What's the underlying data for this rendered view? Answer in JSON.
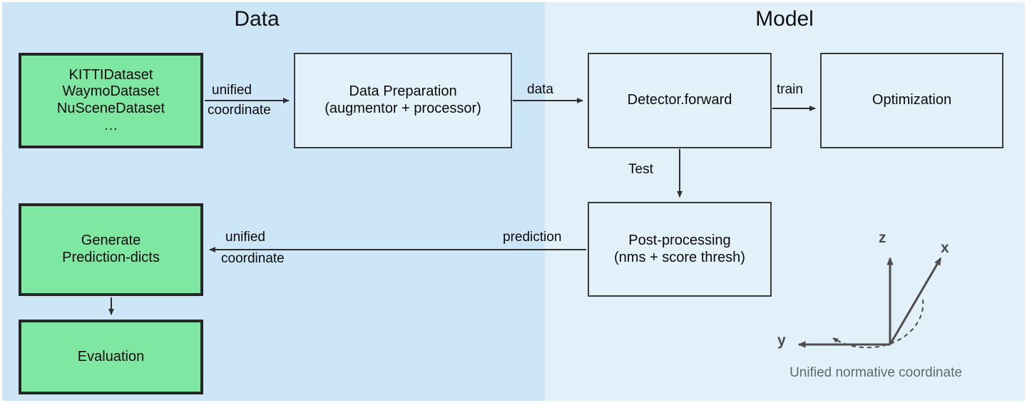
{
  "panels": {
    "data": {
      "title": "Data",
      "bg": "#cde6f7"
    },
    "model": {
      "title": "Model",
      "bg": "#e2f0fa"
    }
  },
  "colors": {
    "green_box_fill": "#7ee8a2",
    "green_box_border": "#262626",
    "blue_box_fill": "#e3f1fb",
    "blue_box_border": "#3b3b3b",
    "arrow": "#333333",
    "axis": "#4d4d4d",
    "caption": "#5f6b70"
  },
  "boxes": {
    "datasets": {
      "lines": [
        "KITTIDataset",
        "WaymoDataset",
        "NuSceneDataset",
        "…"
      ],
      "style": "green"
    },
    "data_preparation": {
      "lines": [
        "Data Preparation",
        "(augmentor + processor)"
      ],
      "style": "blue"
    },
    "detector": {
      "lines": [
        "Detector.forward"
      ],
      "style": "blue"
    },
    "optimization": {
      "lines": [
        "Optimization"
      ],
      "style": "blue"
    },
    "post_processing": {
      "lines": [
        "Post-processing",
        "(nms + score thresh)"
      ],
      "style": "blue"
    },
    "generate_prediction_dicts": {
      "lines": [
        "Generate",
        "Prediction-dicts"
      ],
      "style": "green"
    },
    "evaluation": {
      "lines": [
        "Evaluation"
      ],
      "style": "green"
    }
  },
  "edge_labels": {
    "unified_top_line1": "unified",
    "unified_top_line2": "coordinate",
    "data": "data",
    "train": "train",
    "test": "Test",
    "prediction": "prediction",
    "unified_bottom_line1": "unified",
    "unified_bottom_line2": "coordinate"
  },
  "coordinate_figure": {
    "caption": "Unified normative coordinate",
    "axes": {
      "z": "z",
      "x": "x",
      "y": "y"
    },
    "arc": "dashed yaw arc from x-axis to y-axis"
  }
}
